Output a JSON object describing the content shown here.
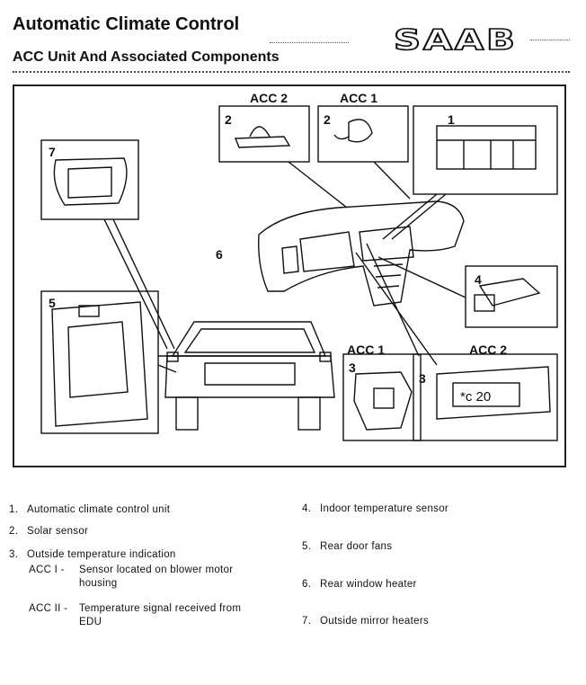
{
  "header": {
    "title": "Automatic Climate Control",
    "subtitle": "ACC Unit And Associated Components",
    "brand": "SAAB"
  },
  "figure": {
    "callouts": {
      "acc2_top": "ACC 2",
      "acc1_top": "ACC 1",
      "acc1_bottom": "ACC 1",
      "acc2_bottom": "ACC 2",
      "n1": "1",
      "n2a": "2",
      "n2b": "2",
      "n3a": "3",
      "n3b": "3",
      "n4": "4",
      "n5": "5",
      "n6": "6",
      "n7": "7"
    },
    "display_readout": "*c 20"
  },
  "legend": {
    "left": [
      {
        "num": "1.",
        "text": "Automatic climate control unit"
      },
      {
        "num": "2.",
        "text": "Solar sensor"
      },
      {
        "num": "3.",
        "text": "Outside temperature indication"
      }
    ],
    "acc1_label": "ACC I -",
    "acc1_text_1": "Sensor located on blower motor",
    "acc1_text_2": "housing",
    "acc2_label": "ACC II -",
    "acc2_text_1": "Temperature signal received from",
    "acc2_text_2": "EDU",
    "right": [
      {
        "num": "4.",
        "text": "Indoor temperature sensor"
      },
      {
        "num": "5.",
        "text": "Rear door fans"
      },
      {
        "num": "6.",
        "text": "Rear window heater"
      },
      {
        "num": "7.",
        "text": "Outside mirror heaters"
      }
    ]
  }
}
